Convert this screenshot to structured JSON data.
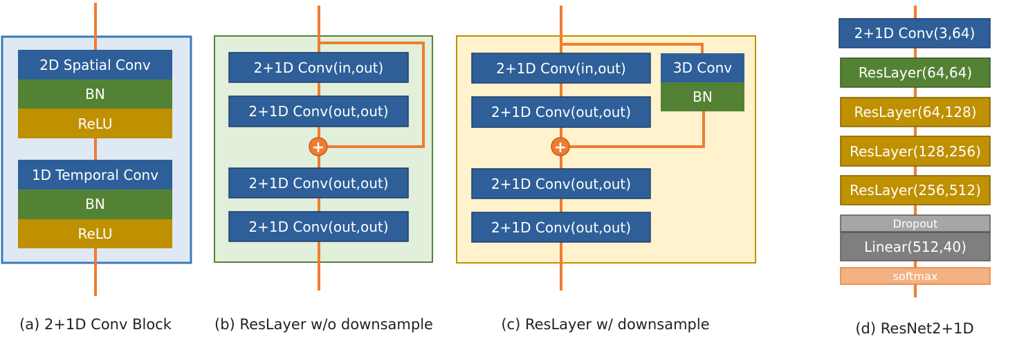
{
  "colors": {
    "conv_blue": "#2e5f99",
    "bn_green": "#548235",
    "relu_gold": "#bf9000",
    "wire_orange": "#ed7d31",
    "panel_a_fill": "#dee9f4",
    "panel_a_border": "#3a78b6",
    "panel_b_fill": "#e2efda",
    "panel_b_border": "#548235",
    "panel_c_fill": "#fff2cc",
    "panel_c_border": "#bf9000",
    "dropout_gray": "#a6a6a6",
    "linear_gray": "#7f7f7f",
    "softmax_peach": "#f4b183"
  },
  "panel_a": {
    "caption": "(a) 2+1D Conv Block",
    "spatial": {
      "conv": "2D Spatial Conv",
      "bn": "BN",
      "relu": "ReLU"
    },
    "temporal": {
      "conv": "1D Temporal Conv",
      "bn": "BN",
      "relu": "ReLU"
    }
  },
  "panel_b": {
    "caption": "(b) ResLayer w/o downsample",
    "blocks": [
      "2+1D Conv(in,out)",
      "2+1D Conv(out,out)",
      "2+1D Conv(out,out)",
      "2+1D Conv(out,out)"
    ],
    "add_symbol": "+"
  },
  "panel_c": {
    "caption": "(c) ResLayer w/ downsample",
    "blocks": [
      "2+1D Conv(in,out)",
      "2+1D Conv(out,out)",
      "2+1D Conv(out,out)",
      "2+1D Conv(out,out)"
    ],
    "shortcut": {
      "conv": "3D Conv",
      "bn": "BN"
    },
    "add_symbol": "+"
  },
  "panel_d": {
    "caption": "(d) ResNet2+1D",
    "layers": {
      "stem": "2+1D Conv(3,64)",
      "res1": "ResLayer(64,64)",
      "res2": "ResLayer(64,128)",
      "res3": "ResLayer(128,256)",
      "res4": "ResLayer(256,512)",
      "dropout": "Dropout",
      "linear": "Linear(512,40)",
      "softmax": "softmax"
    }
  }
}
